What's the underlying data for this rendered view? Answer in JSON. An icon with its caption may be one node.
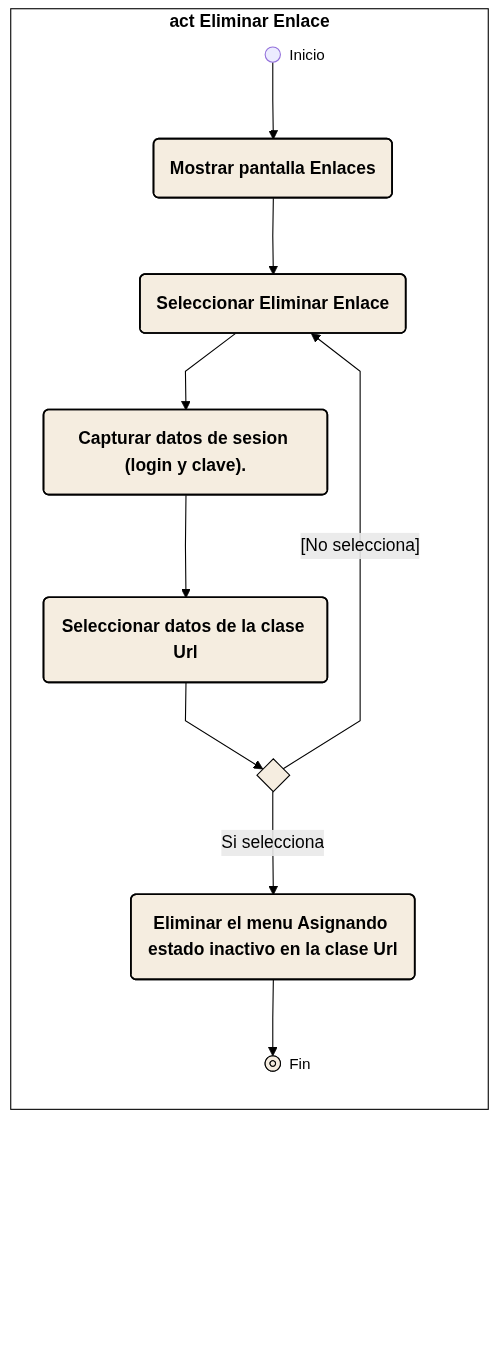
{
  "diagram": {
    "nodes": [
      {
        "text": [
          "act Eliminar Enlace"
        ]
      },
      {
        "text": [],
        "shape": "circle",
        "beside": [
          "Inicio"
        ],
        "in": 0
      },
      {
        "text": [
          "Mostrar pantalla Enlaces"
        ],
        "in": 0
      },
      {
        "text": [
          "Seleccionar Eliminar Enlace"
        ],
        "in": 0
      },
      {
        "text": [
          "Capturar datos de sesion (login y clave)."
        ],
        "in": 0
      },
      {
        "text": [
          "Seleccionar datos de la clase Url"
        ],
        "in": 0
      },
      {
        "text": [],
        "shape": "diamond",
        "in": 0
      },
      {
        "text": [
          "Eliminar el menu Asignando estado inactivo en la clase Url"
        ],
        "in": 0
      },
      {
        "text": [],
        "shape": "circle",
        "beside": [
          "Fin"
        ],
        "in": 0
      }
    ],
    "edges": [
      {
        "from": 1,
        "to": 2,
        "arrow": "to"
      },
      {
        "from": 2,
        "to": 3,
        "arrow": "to"
      },
      {
        "from": 3,
        "to": 4,
        "arrow": "to"
      },
      {
        "from": 4,
        "to": 5,
        "arrow": "to"
      },
      {
        "from": 5,
        "to": 6,
        "arrow": "to"
      },
      {
        "from": 6,
        "to": 3,
        "label": "[No selecciona]",
        "arrow": "to"
      },
      {
        "from": 6,
        "to": 7,
        "label": "Si selecciona",
        "arrow": "to"
      },
      {
        "from": 7,
        "to": 8,
        "arrow": "to"
      }
    ]
  }
}
